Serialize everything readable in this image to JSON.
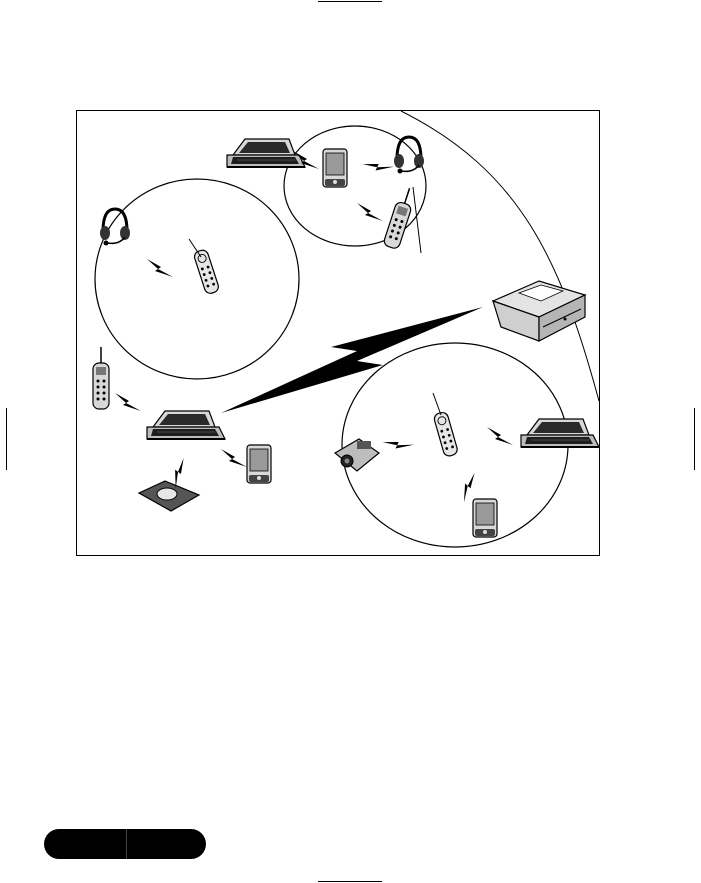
{
  "figure": {
    "kind": "piconet-diagram",
    "piconets": [
      {
        "id": "piconet-left",
        "devices": [
          "headset",
          "remote-control"
        ]
      },
      {
        "id": "piconet-top",
        "devices": [
          "laptop",
          "pda",
          "headset",
          "cordless-phone"
        ]
      },
      {
        "id": "piconet-bottom-right",
        "devices": [
          "remote-control",
          "camcorder",
          "laptop",
          "pda"
        ]
      }
    ],
    "standalone_devices": [
      "cordless-phone",
      "laptop",
      "mouse-pad",
      "pda",
      "printer"
    ],
    "links": [
      {
        "from": "laptop",
        "to": "pda",
        "piconet": "piconet-top"
      },
      {
        "from": "pda",
        "to": "headset",
        "piconet": "piconet-top"
      },
      {
        "from": "pda",
        "to": "cordless-phone",
        "piconet": "piconet-top"
      },
      {
        "from": "headset",
        "to": "remote-control",
        "piconet": "piconet-left"
      },
      {
        "from": "cordless-phone",
        "to": "laptop",
        "piconet": "none"
      },
      {
        "from": "laptop",
        "to": "mouse",
        "piconet": "none"
      },
      {
        "from": "laptop",
        "to": "pda",
        "piconet": "none"
      },
      {
        "from": "laptop",
        "to": "printer",
        "piconet": "none"
      },
      {
        "from": "remote-control",
        "to": "camcorder",
        "piconet": "piconet-bottom-right"
      },
      {
        "from": "remote-control",
        "to": "laptop",
        "piconet": "piconet-bottom-right"
      },
      {
        "from": "remote-control",
        "to": "pda",
        "piconet": "piconet-bottom-right"
      }
    ]
  },
  "page": {
    "corner_tab_color": "#000000",
    "line_color": "#000000",
    "screen_color": "#2a2a2a",
    "device_fill": "#d8d8d8",
    "background": "#ffffff"
  }
}
